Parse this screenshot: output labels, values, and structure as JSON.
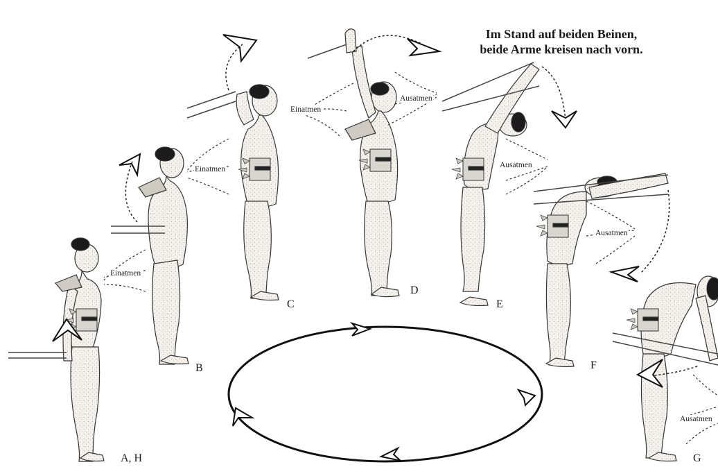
{
  "title": {
    "line1": "Im Stand auf beiden Beinen,",
    "line2": "beide Arme kreisen nach vorn."
  },
  "positions": [
    {
      "id": "A",
      "label": "A, H"
    },
    {
      "id": "B",
      "label": "B"
    },
    {
      "id": "C",
      "label": "C"
    },
    {
      "id": "D",
      "label": "D"
    },
    {
      "id": "E",
      "label": "E"
    },
    {
      "id": "F",
      "label": "F"
    },
    {
      "id": "G",
      "label": "G"
    }
  ],
  "breathing": [
    {
      "id": "a",
      "text": "Einatmen"
    },
    {
      "id": "b",
      "text": "Einatmen"
    },
    {
      "id": "c",
      "text": "Einatmen"
    },
    {
      "id": "d",
      "text": "Ausatmen"
    },
    {
      "id": "e",
      "text": "Ausatmen"
    },
    {
      "id": "f",
      "text": "Ausatmen"
    },
    {
      "id": "g",
      "text": "Ausatmen"
    }
  ],
  "colors": {
    "ink": "#1a1a1a",
    "skin": "#f3f0ea",
    "paper": "#ffffff"
  }
}
